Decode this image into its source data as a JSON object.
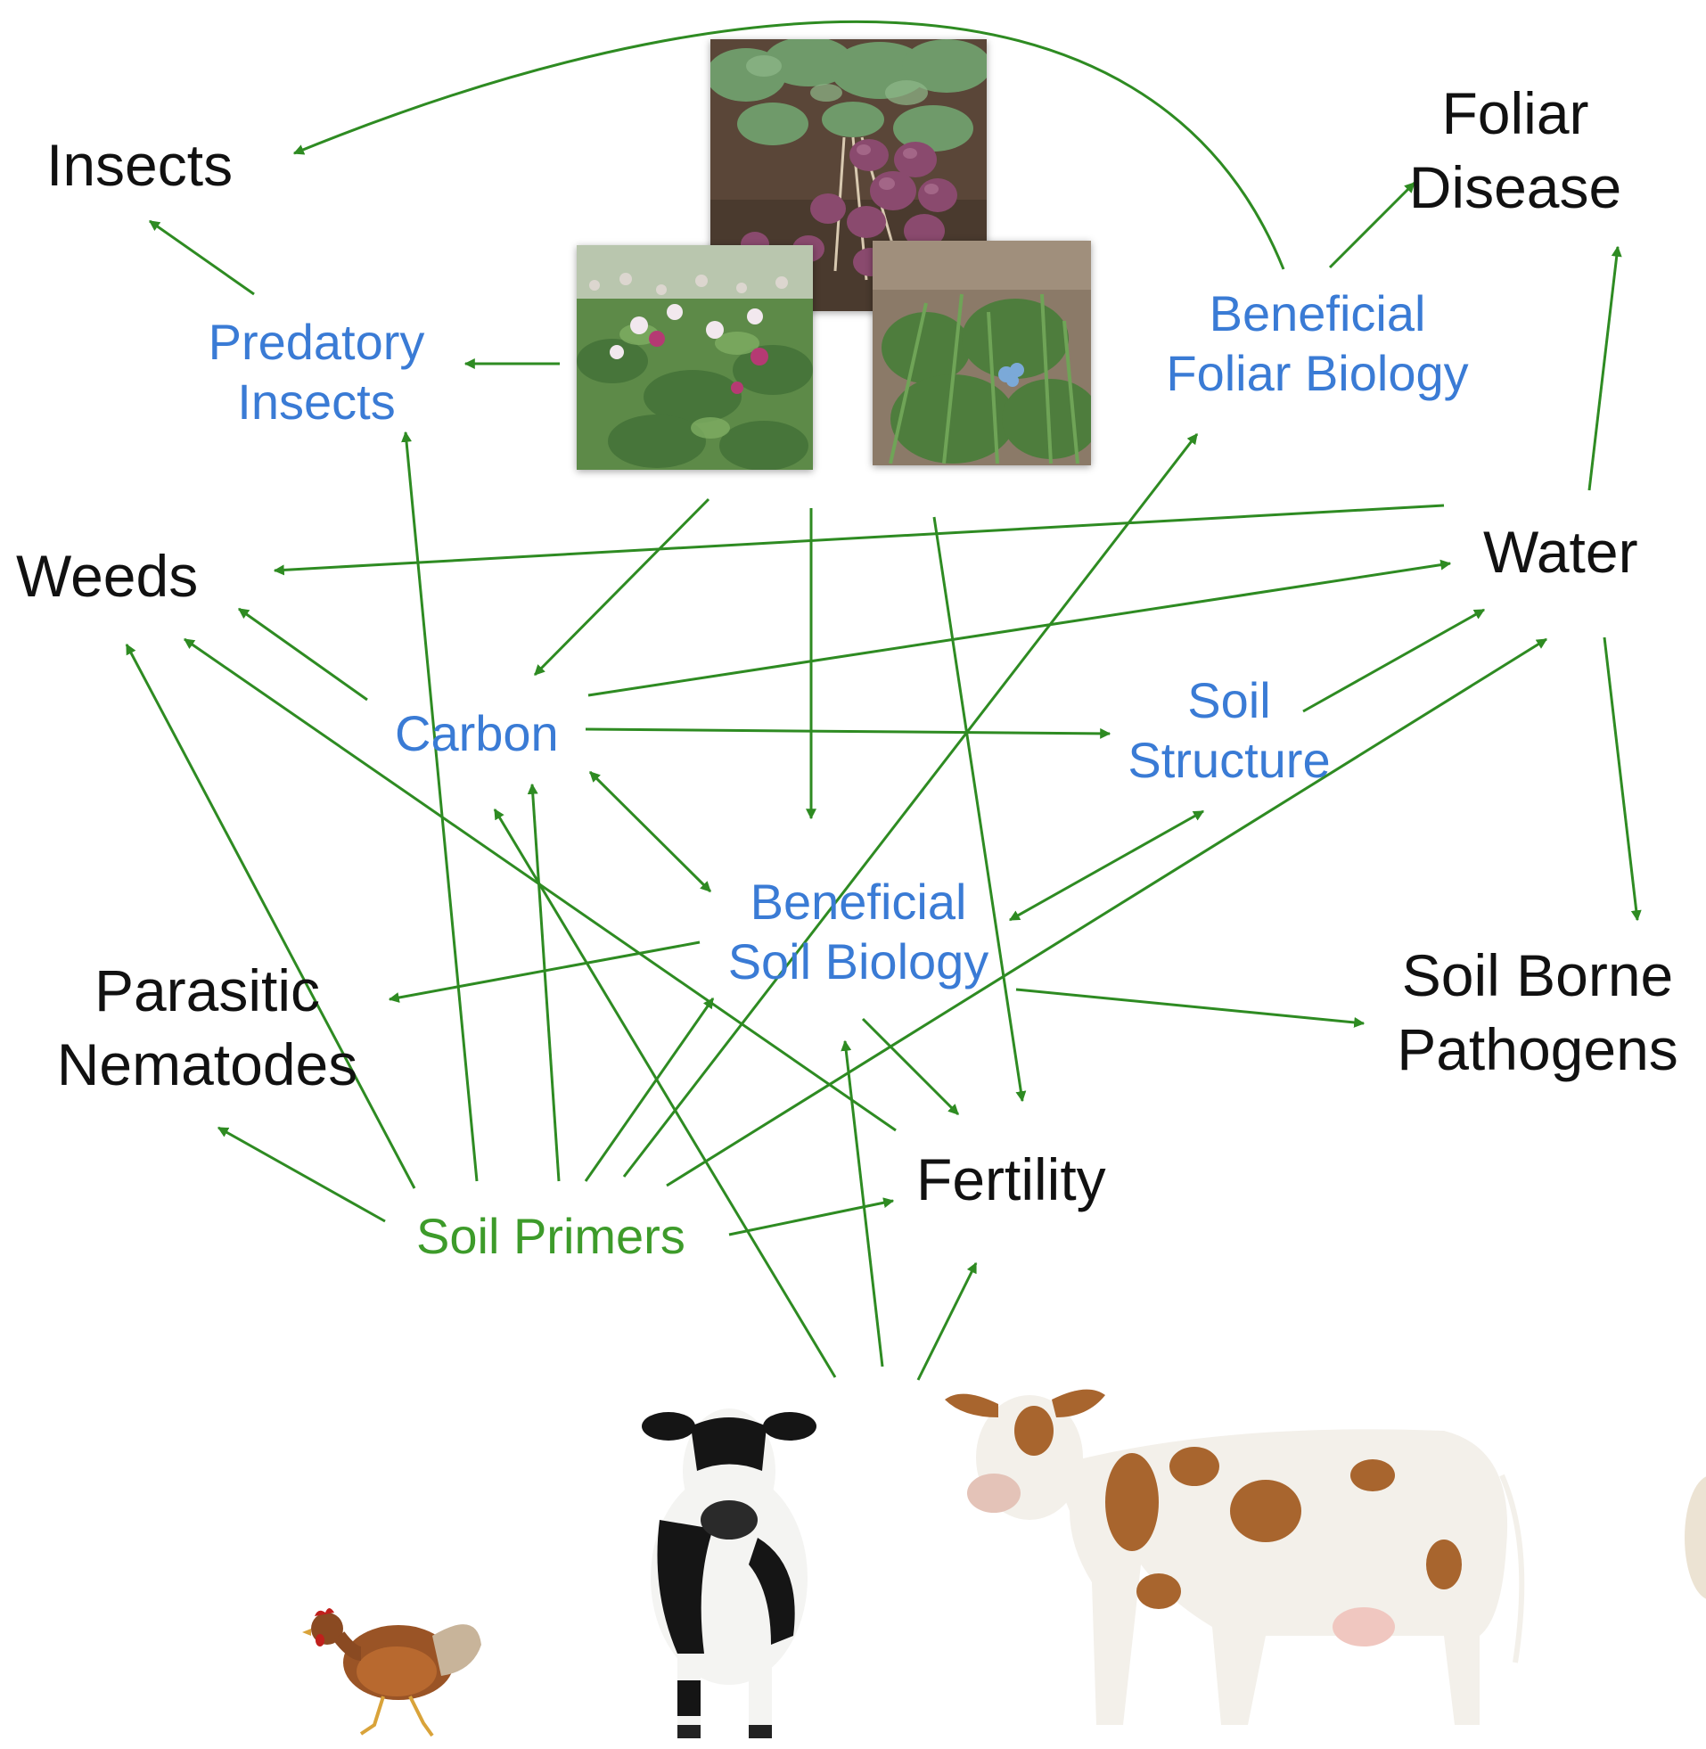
{
  "nodes": {
    "insects": "Insects",
    "foliar_disease": "Foliar\nDisease",
    "predatory_insects": "Predatory\nInsects",
    "beneficial_foliar_biology": "Beneficial\nFoliar Biology",
    "weeds": "Weeds",
    "water": "Water",
    "carbon": "Carbon",
    "soil_structure": "Soil\nStructure",
    "beneficial_soil_biology": "Beneficial\nSoil Biology",
    "parasitic_nematodes": "Parasitic\nNematodes",
    "soil_borne_pathogens": "Soil Borne\nPathogens",
    "fertility": "Fertility",
    "soil_primers": "Soil Primers"
  },
  "colors": {
    "arrow": "#2e8b22",
    "primary_text": "#111111",
    "secondary_text": "#3a7bd5",
    "primer_text": "#3d9b2a"
  },
  "images": {
    "potato_tubers": "potato-tubers-photo",
    "potato_flowers": "potato-flowers-photo",
    "cover_crop": "cover-crop-photo",
    "chicken": "chicken-photo",
    "holstein_cow": "holstein-cow-photo",
    "jersey_cow": "red-white-cow-photo",
    "sheep_partial": "sheep-partial-photo"
  }
}
